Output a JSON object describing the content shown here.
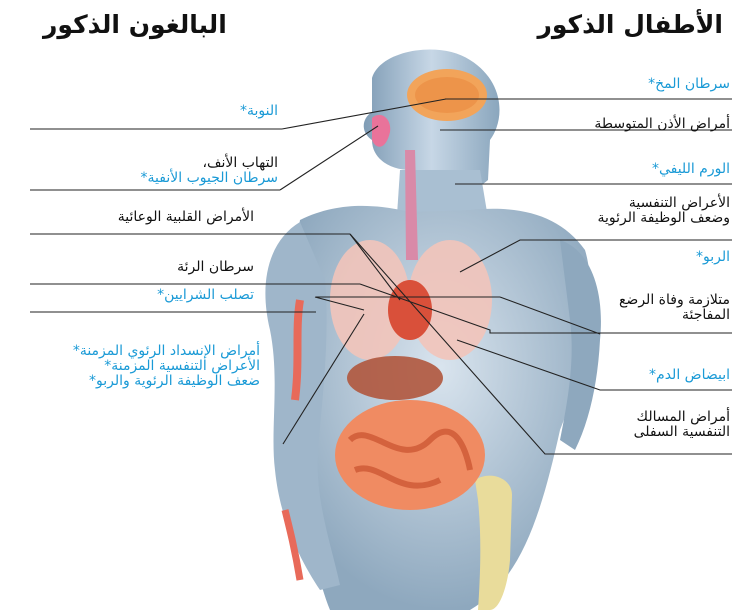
{
  "headings": {
    "children_males": "الأطفال الذكور",
    "adult_males": "البالغون الذكور"
  },
  "left_labels": {
    "stroke": "النوبة*",
    "rhinitis_line1": "التهاب الأنف،",
    "rhinitis_line2": "سرطان الجيوب الأنفية*",
    "cardiovascular": "الأمراض القلبية الوعائية",
    "lung_cancer": "سرطان الرئة",
    "atherosclerosis": "تصلب الشرايين*",
    "copd_line1": "أمراض الإنسداد الرئوي المزمنة*",
    "copd_line2": "الأعراض التنفسية المزمنة*",
    "copd_line3": "ضعف الوظيفة الرئوية والربو*"
  },
  "right_labels": {
    "brain_cancer": "سرطان المخ*",
    "otitis": "أمراض الأذن المتوسطة",
    "lymphoma": "الورم الليفي*",
    "resp_line1": "الأعراض التنفسية",
    "resp_line2": "وضعف الوظيفة الرئوية",
    "asthma": "الربو*",
    "sids_line1": "متلازمة وفاة الرضع",
    "sids_line2": "المفاجئة",
    "leukemia": "ابيضاض الدم*",
    "lri_line1": "أمراض المسالك",
    "lri_line2": "التنفسية السفلى"
  },
  "colors": {
    "accent_blue": "#1a9ad6",
    "text": "#111111"
  }
}
